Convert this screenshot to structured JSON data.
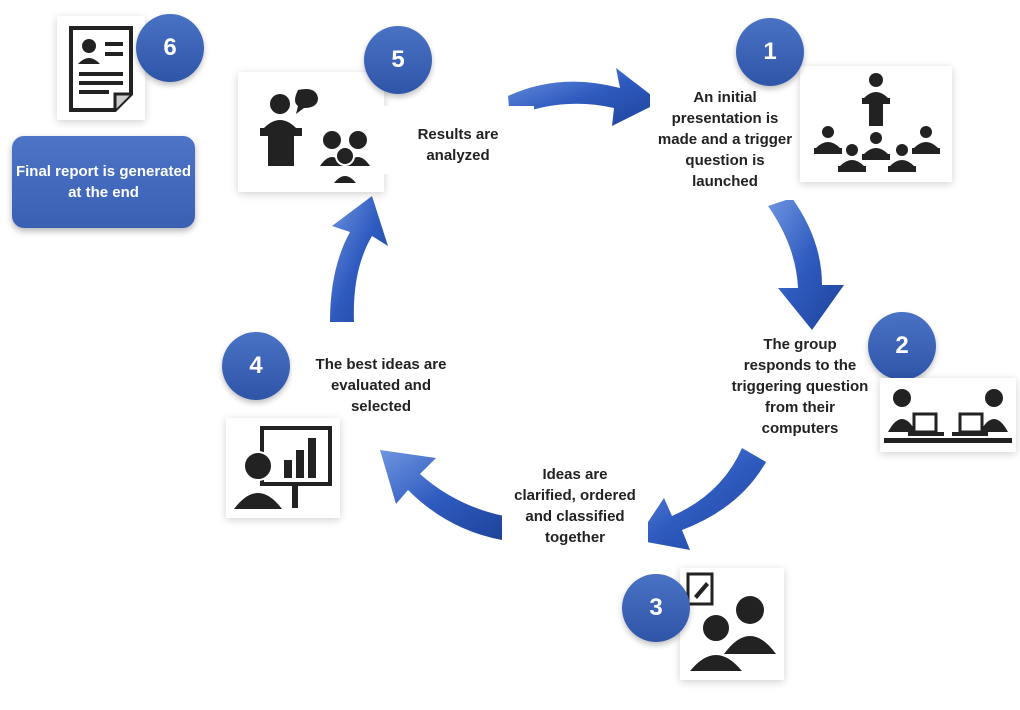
{
  "steps": [
    {
      "number": "1",
      "text": "An initial presentation is made and a trigger question is launched",
      "icon": "presentation-audience-icon"
    },
    {
      "number": "2",
      "text": "The group responds to the triggering question from their computers",
      "icon": "people-at-laptops-icon"
    },
    {
      "number": "3",
      "text": "Ideas are clarified, ordered and classified together",
      "icon": "collaborating-people-icon"
    },
    {
      "number": "4",
      "text": "The best ideas are evaluated and selected",
      "icon": "presenter-chart-icon"
    },
    {
      "number": "5",
      "text": "Results are analyzed",
      "icon": "speaker-and-group-icon"
    },
    {
      "number": "6",
      "text": "Final report is generated at the end",
      "icon": "report-document-icon"
    }
  ],
  "colors": {
    "accent": "#3a60b4",
    "arrow": "#3a64c0",
    "text": "#222222"
  }
}
